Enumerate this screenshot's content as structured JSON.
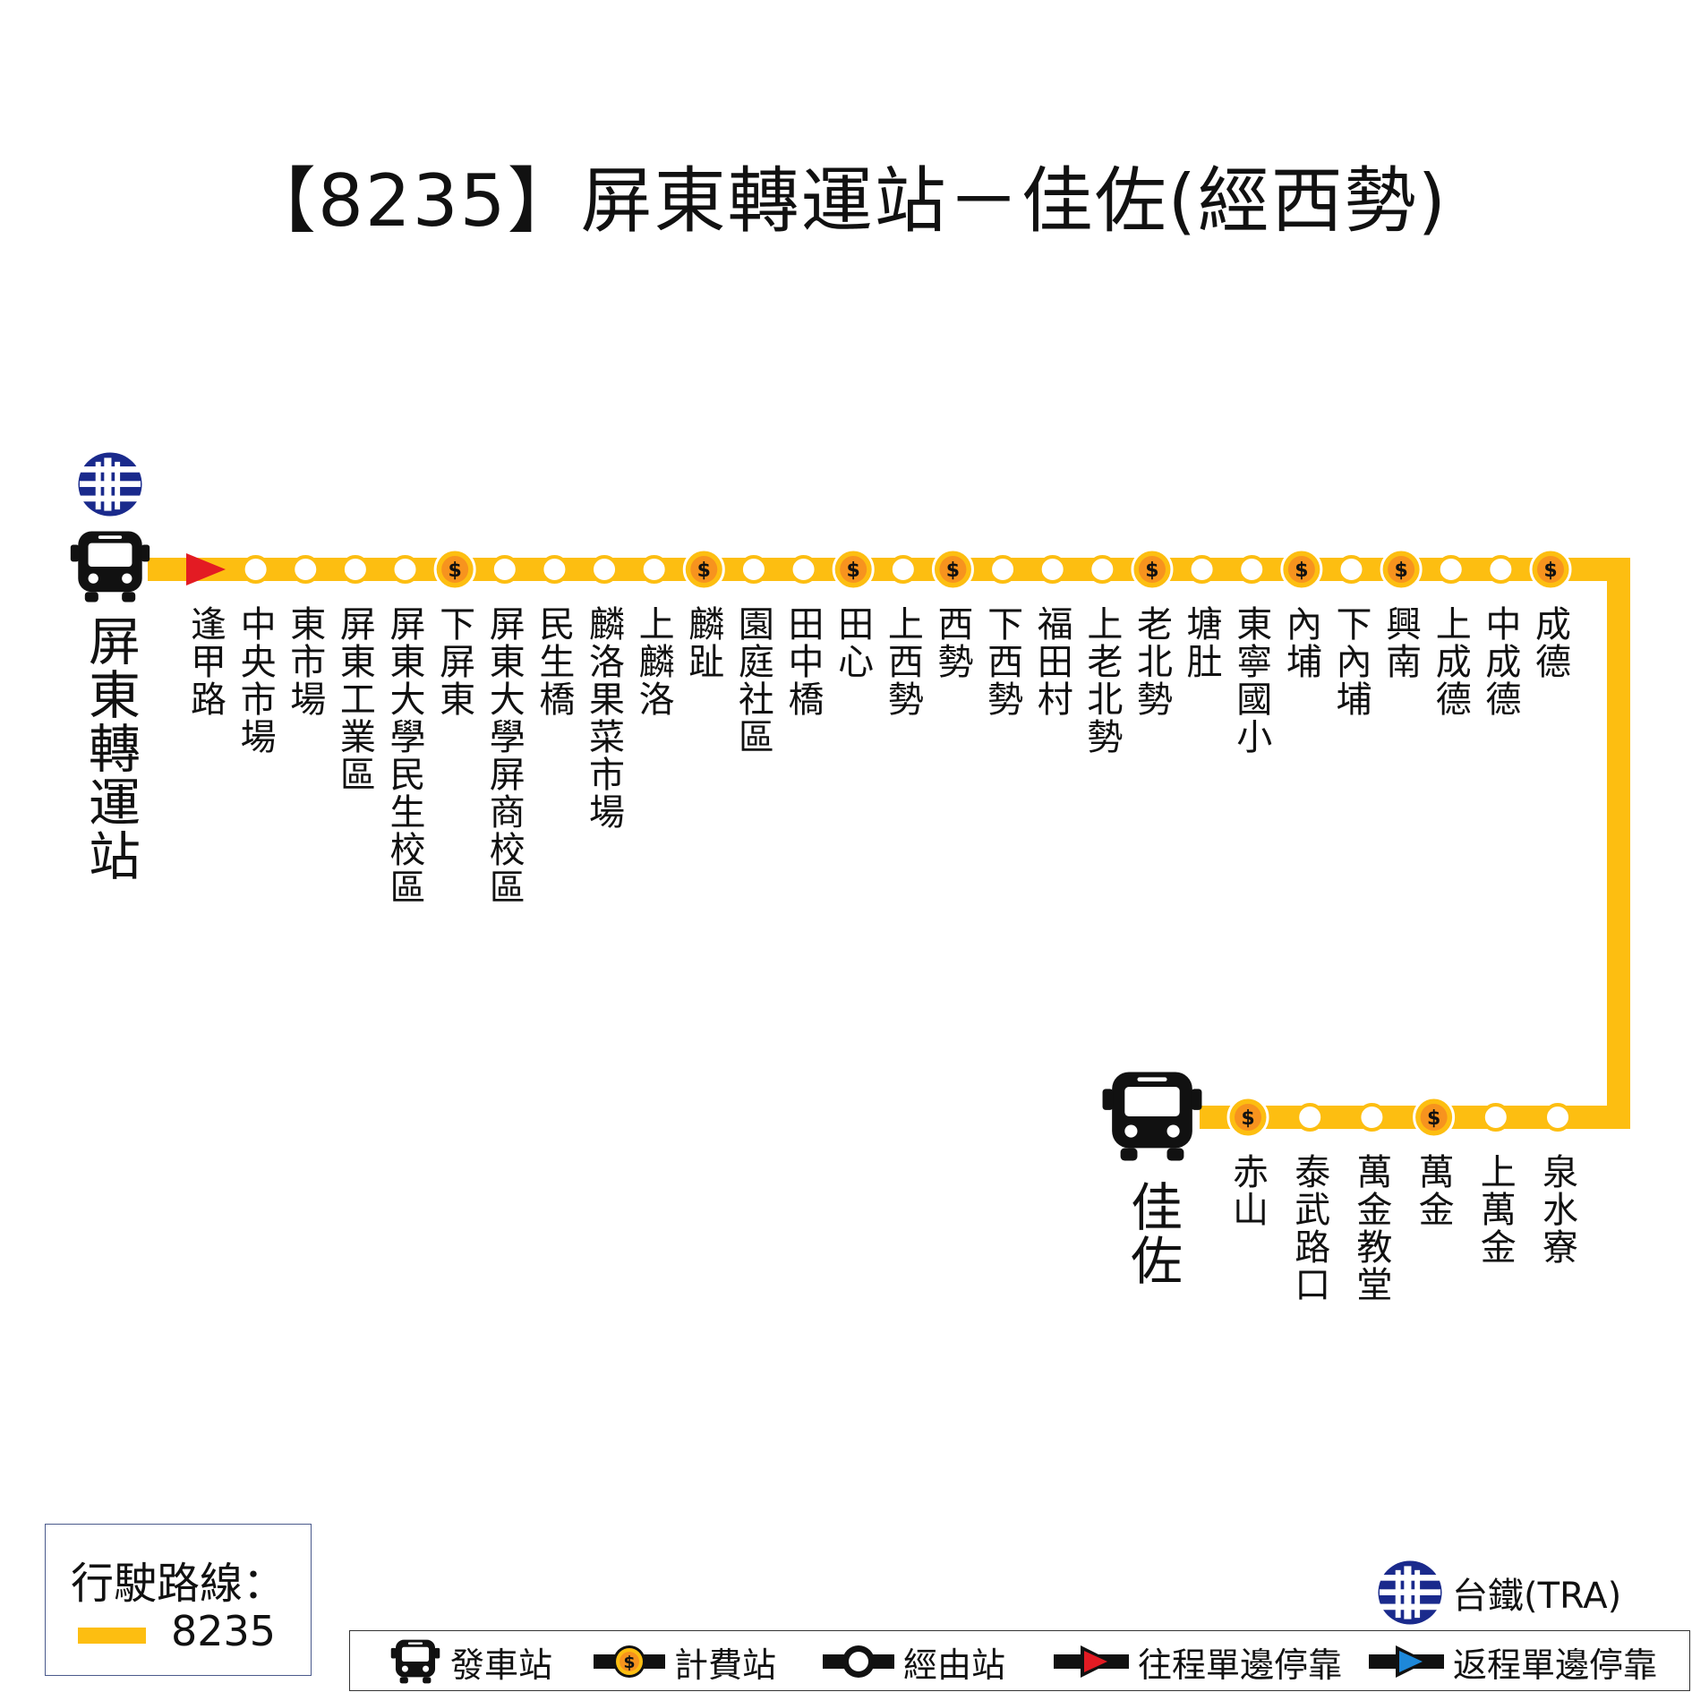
{
  "title": "【8235】屏東轉運站－佳佐(經西勢)",
  "colors": {
    "route": "#FDBE11",
    "outbound_marker": "#E31B23",
    "return_marker": "#1E88D9",
    "tra_logo": "#1A2A8C"
  },
  "route_number": "8235",
  "origin": {
    "name": "屏東轉運站",
    "icon": "bus-icon",
    "tra_icon": "tra-logo-icon"
  },
  "destination": {
    "name": "佳佐",
    "icon": "bus-icon"
  },
  "upper_stops": [
    {
      "name": "逢甲路",
      "type": "outbound-only"
    },
    {
      "name": "中央市場",
      "type": "via"
    },
    {
      "name": "東市場",
      "type": "via"
    },
    {
      "name": "屏東工業區",
      "type": "via"
    },
    {
      "name": "屏東大學民生校區",
      "type": "via"
    },
    {
      "name": "下屏東",
      "type": "fare"
    },
    {
      "name": "屏東大學屏商校區",
      "type": "via"
    },
    {
      "name": "民生橋",
      "type": "via"
    },
    {
      "name": "麟洛果菜市場",
      "type": "via"
    },
    {
      "name": "上麟洛",
      "type": "via"
    },
    {
      "name": "麟趾",
      "type": "fare"
    },
    {
      "name": "園庭社區",
      "type": "via"
    },
    {
      "name": "田中橋",
      "type": "via"
    },
    {
      "name": "田心",
      "type": "fare"
    },
    {
      "name": "上西勢",
      "type": "via"
    },
    {
      "name": "西勢",
      "type": "fare"
    },
    {
      "name": "下西勢",
      "type": "via"
    },
    {
      "name": "福田村",
      "type": "via"
    },
    {
      "name": "上老北勢",
      "type": "via"
    },
    {
      "name": "老北勢",
      "type": "fare"
    },
    {
      "name": "塘肚",
      "type": "via"
    },
    {
      "name": "東寧國小",
      "type": "via"
    },
    {
      "name": "內埔",
      "type": "fare"
    },
    {
      "name": "下內埔",
      "type": "via"
    },
    {
      "name": "興南",
      "type": "fare"
    },
    {
      "name": "上成德",
      "type": "via"
    },
    {
      "name": "中成德",
      "type": "via"
    },
    {
      "name": "成德",
      "type": "fare"
    }
  ],
  "lower_stops": [
    {
      "name": "赤山",
      "type": "fare"
    },
    {
      "name": "泰武路口",
      "type": "via"
    },
    {
      "name": "萬金教堂",
      "type": "via"
    },
    {
      "name": "萬金",
      "type": "fare"
    },
    {
      "name": "上萬金",
      "type": "via"
    },
    {
      "name": "泉水寮",
      "type": "via"
    }
  ],
  "fare_symbol": "$",
  "legend_route": {
    "title": "行駛路線：",
    "name": "8235"
  },
  "legend": {
    "tra": "台鐵(TRA)",
    "start": "發車站",
    "fare": "計費站",
    "via": "經由站",
    "outbound": "往程單邊停靠",
    "return": "返程單邊停靠"
  }
}
